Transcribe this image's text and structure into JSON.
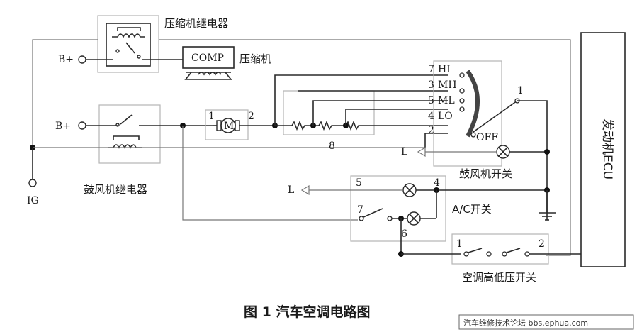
{
  "labels": {
    "compressor_relay": "压缩机继电器",
    "comp": "COMP",
    "compressor": "压缩机",
    "bplus_top": "B+",
    "bplus_mid": "B+",
    "ig": "IG",
    "blower_relay": "鼓风机继电器",
    "motor": "M",
    "motor_pin1": "1",
    "motor_pin2": "2",
    "resistor_pin": "8",
    "hi_num": "7",
    "hi": "HI",
    "mh_num": "3",
    "mh": "MH",
    "ml_num": "5",
    "ml": "ML",
    "lo_num": "4",
    "lo": "LO",
    "sw_num2": "2",
    "sw_num1": "1",
    "off": "OFF",
    "blower_switch": "鼓风机开关",
    "l_top": "L",
    "l_bottom": "L",
    "ac_num5": "5",
    "ac_num4": "4",
    "ac_num7": "7",
    "ac_num6": "6",
    "ac_switch": "A/C开关",
    "pressure_num1": "1",
    "pressure_num2": "2",
    "pressure_switch": "空调高低压开关",
    "engine_ecu": "发动机ECU"
  },
  "caption": "图 1  汽车空调电路图",
  "watermark": "汽车维修技术论坛 bbs.ephua.com"
}
